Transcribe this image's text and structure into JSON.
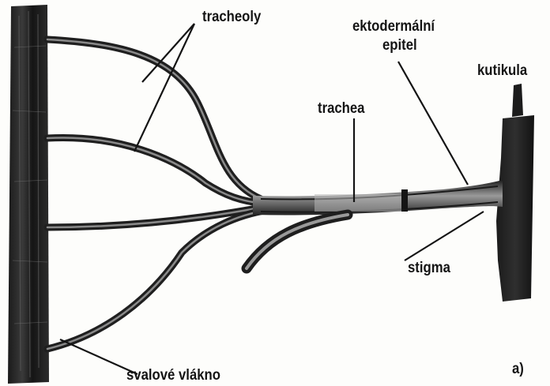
{
  "labels": {
    "tracheoly": "tracheoly",
    "ektodermalni_epitel_line1": "ektodermální",
    "ektodermalni_epitel_line2": "epitel",
    "kutikula": "kutikula",
    "trachea": "trachea",
    "stigma": "stigma",
    "svalove_vlakno": "svalové vlákno",
    "panel": "a)"
  },
  "colors": {
    "ink": "#141414",
    "tube": "#2a2a2a",
    "fiber": "#1e1e1e",
    "paper": "#fdfdfb"
  }
}
